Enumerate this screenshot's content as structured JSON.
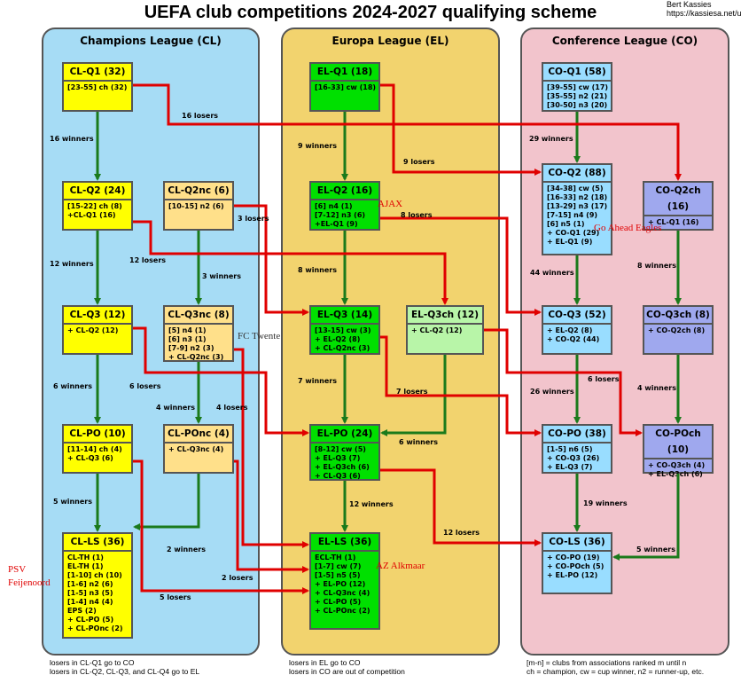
{
  "title": "UEFA club competitions 2024-2027 qualifying scheme",
  "credit": {
    "name": "Bert Kassies",
    "url": "https://kassiesa.net/uefa/"
  },
  "panels": {
    "cl": "Champions League (CL)",
    "el": "Europa League (EL)",
    "co": "Conference League (CO)"
  },
  "colors": {
    "cl_panel": "#a6dcf5",
    "el_panel": "#f2d36e",
    "co_panel": "#f2c4cc",
    "yellow": "#ffff00",
    "light_yellow": "#ffe08a",
    "green": "#00e000",
    "light_green": "#b8f5a8",
    "blue": "#99ddff",
    "purple": "#9fa8ee",
    "green_arrow": "#1b7a1b",
    "red_arrow": "#e00000"
  },
  "boxes": {
    "cl_q1": {
      "title": "CL-Q1 (32)",
      "lines": [
        "[23-55] ch (32)"
      ]
    },
    "cl_q2": {
      "title": "CL-Q2 (24)",
      "lines": [
        "[15-22] ch (8)",
        "+CL-Q1 (16)"
      ]
    },
    "cl_q2nc": {
      "title": "CL-Q2nc (6)",
      "lines": [
        "[10-15] n2 (6)"
      ]
    },
    "cl_q3": {
      "title": "CL-Q3 (12)",
      "lines": [
        "+ CL-Q2 (12)"
      ]
    },
    "cl_q3nc": {
      "title": "CL-Q3nc (8)",
      "lines": [
        "[5] n4 (1)",
        "[6] n3 (1)",
        "[7-9] n2 (3)",
        "+ CL-Q2nc (3)"
      ]
    },
    "cl_po": {
      "title": "CL-PO (10)",
      "lines": [
        "[11-14] ch (4)",
        "+ CL-Q3 (6)"
      ]
    },
    "cl_ponc": {
      "title": "CL-POnc (4)",
      "lines": [
        "+ CL-Q3nc (4)"
      ]
    },
    "cl_ls": {
      "title": "CL-LS (36)",
      "lines": [
        "CL-TH (1)",
        "EL-TH (1)",
        "[1-10] ch (10)",
        "[1-6] n2 (6)",
        "[1-5] n3 (5)",
        "[1-4] n4 (4)",
        "EPS (2)",
        "+ CL-PO (5)",
        "+ CL-POnc (2)"
      ]
    },
    "el_q1": {
      "title": "EL-Q1 (18)",
      "lines": [
        "[16-33] cw (18)"
      ]
    },
    "el_q2": {
      "title": "EL-Q2 (16)",
      "lines": [
        "[6] n4 (1)",
        "[7-12] n3 (6)",
        "+EL-Q1 (9)"
      ]
    },
    "el_q3": {
      "title": "EL-Q3 (14)",
      "lines": [
        "[13-15] cw (3)",
        "+ EL-Q2 (8)",
        "+ CL-Q2nc (3)"
      ]
    },
    "el_q3ch": {
      "title": "EL-Q3ch (12)",
      "lines": [
        "+ CL-Q2 (12)"
      ]
    },
    "el_po": {
      "title": "EL-PO (24)",
      "lines": [
        "[8-12] cw (5)",
        "+ EL-Q3 (7)",
        "+ EL-Q3ch (6)",
        "+ CL-Q3 (6)"
      ]
    },
    "el_ls": {
      "title": "EL-LS (36)",
      "lines": [
        "ECL-TH (1)",
        "[1-7] cw (7)",
        "[1-5] n5 (5)",
        "+ EL-PO (12)",
        "+ CL-Q3nc (4)",
        "+ CL-PO (5)",
        "+ CL-POnc (2)"
      ]
    },
    "co_q1": {
      "title": "CO-Q1 (58)",
      "lines": [
        "[39-55] cw (17)",
        "[35-55] n2 (21)",
        "[30-50] n3 (20)"
      ]
    },
    "co_q2": {
      "title": "CO-Q2 (88)",
      "lines": [
        "[34-38] cw (5)",
        "[16-33] n2 (18)",
        "[13-29] n3 (17)",
        "[7-15] n4 (9)",
        "[6] n5 (1)",
        "+ CO-Q1 (29)",
        "+ EL-Q1 (9)"
      ]
    },
    "co_q2ch": {
      "title": "CO-Q2ch (16)",
      "lines": [
        "+ CL-Q1 (16)"
      ]
    },
    "co_q3": {
      "title": "CO-Q3 (52)",
      "lines": [
        "+ EL-Q2 (8)",
        "+ CO-Q2 (44)"
      ]
    },
    "co_q3ch": {
      "title": "CO-Q3ch (8)",
      "lines": [
        "+ CO-Q2ch (8)"
      ]
    },
    "co_po": {
      "title": "CO-PO (38)",
      "lines": [
        "[1-5] n6 (5)",
        "+ CO-Q3 (26)",
        "+ EL-Q3 (7)"
      ]
    },
    "co_poch": {
      "title": "CO-POch (10)",
      "lines": [
        "+ CO-Q3ch (4)",
        "+ EL-Q3ch (6)"
      ]
    },
    "co_ls": {
      "title": "CO-LS (36)",
      "lines": [
        "+ CO-PO (19)",
        "+ CO-POch (5)",
        "+ EL-PO (12)"
      ]
    }
  },
  "labels": {
    "cl_q1_winners": "16 winners",
    "cl_q1_losers": "16 losers",
    "cl_q2_winners": "12 winners",
    "cl_q2_losers": "12 losers",
    "cl_q2nc_winners": "3 winners",
    "cl_q2nc_losers": "3 losers",
    "cl_q3_winners": "6 winners",
    "cl_q3_losers": "6 losers",
    "cl_q3nc_winners": "4 winners",
    "cl_q3nc_losers": "4 losers",
    "cl_po_winners": "5 winners",
    "cl_po_losers": "5 losers",
    "cl_ponc_winners": "2 winners",
    "cl_ponc_losers": "2 losers",
    "el_q1_winners": "9 winners",
    "el_q1_losers": "9 losers",
    "el_q2_winners": "8 winners",
    "el_q2_losers": "8 losers",
    "el_q3_winners": "7 winners",
    "el_q3_losers": "7 losers",
    "el_q3ch_winners": "6 winners",
    "el_po_winners": "12 winners",
    "el_po_losers": "12 losers",
    "co_q1_winners": "29 winners",
    "co_q2_winners": "44 winners",
    "co_q2ch_winners": "8 winners",
    "co_q3_winners": "26 winners",
    "co_q3_losers": "6 losers",
    "co_q3ch_winners": "4 winners",
    "co_po_winners": "19 winners",
    "co_poch_winners": "5 winners"
  },
  "annotations": {
    "ajax": "AJAX",
    "go_ahead": "Go Ahead Eagles",
    "twente": "FC Twente",
    "az": "AZ Alkmaar",
    "psv": "PSV",
    "feyenoord": "Feijenoord"
  },
  "footnotes": {
    "cl1": "losers in CL-Q1 go to CO",
    "cl2": "losers in CL-Q2, CL-Q3, and CL-Q4 go to EL",
    "el1": "losers in EL go to CO",
    "el2": "losers in CO are out of competition",
    "co1": "[m-n] = clubs from associations ranked m until n",
    "co2": "ch = champion, cw = cup winner, n2 = runner-up, etc."
  }
}
